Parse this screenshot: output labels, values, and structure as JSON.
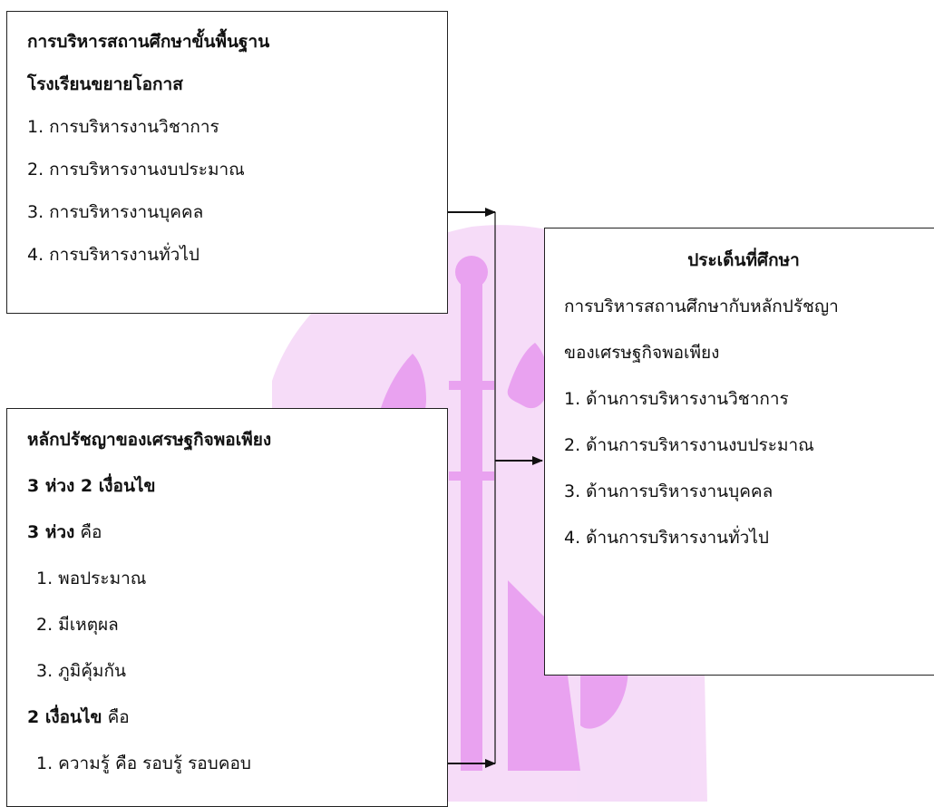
{
  "colors": {
    "watermark": "#e89cf0",
    "border": "#222222",
    "text": "#111111"
  },
  "box_admin": {
    "title_line1": "การบริหารสถานศึกษาขั้นพื้นฐาน",
    "title_line2": "โรงเรียนขยายโอกาส",
    "items": [
      "1. การบริหารงานวิชาการ",
      "2. การบริหารงานงบประมาณ",
      "3. การบริหารงานบุคคล",
      "4. การบริหารงานทั่วไป"
    ]
  },
  "box_sep": {
    "title": "หลักปรัชญาของเศรษฐกิจพอเพียง",
    "subtitle": "3 ห่วง 2 เงื่อนไข",
    "rings_heading": "3 ห่วง",
    "rings_suffix": " คือ",
    "rings": [
      "1. พอประมาณ",
      "2. มีเหตุผล",
      "3. ภูมิคุ้มกัน"
    ],
    "conditions_heading": "2 เงื่อนไข",
    "conditions_suffix": " คือ",
    "conditions": [
      "1. ความรู้ คือ รอบรู้ รอบคอบ"
    ]
  },
  "box_issue": {
    "title": "ประเด็นที่ศึกษา",
    "desc_line1": "การบริหารสถานศึกษากับหลักปรัชญา",
    "desc_line2": "ของเศรษฐกิจพอเพียง",
    "items": [
      "1. ด้านการบริหารงานวิชาการ",
      "2. ด้านการบริหารงานงบประมาณ",
      "3. ด้านการบริหารงานบุคคล",
      "4. ด้านการบริหารงานทั่วไป"
    ]
  }
}
